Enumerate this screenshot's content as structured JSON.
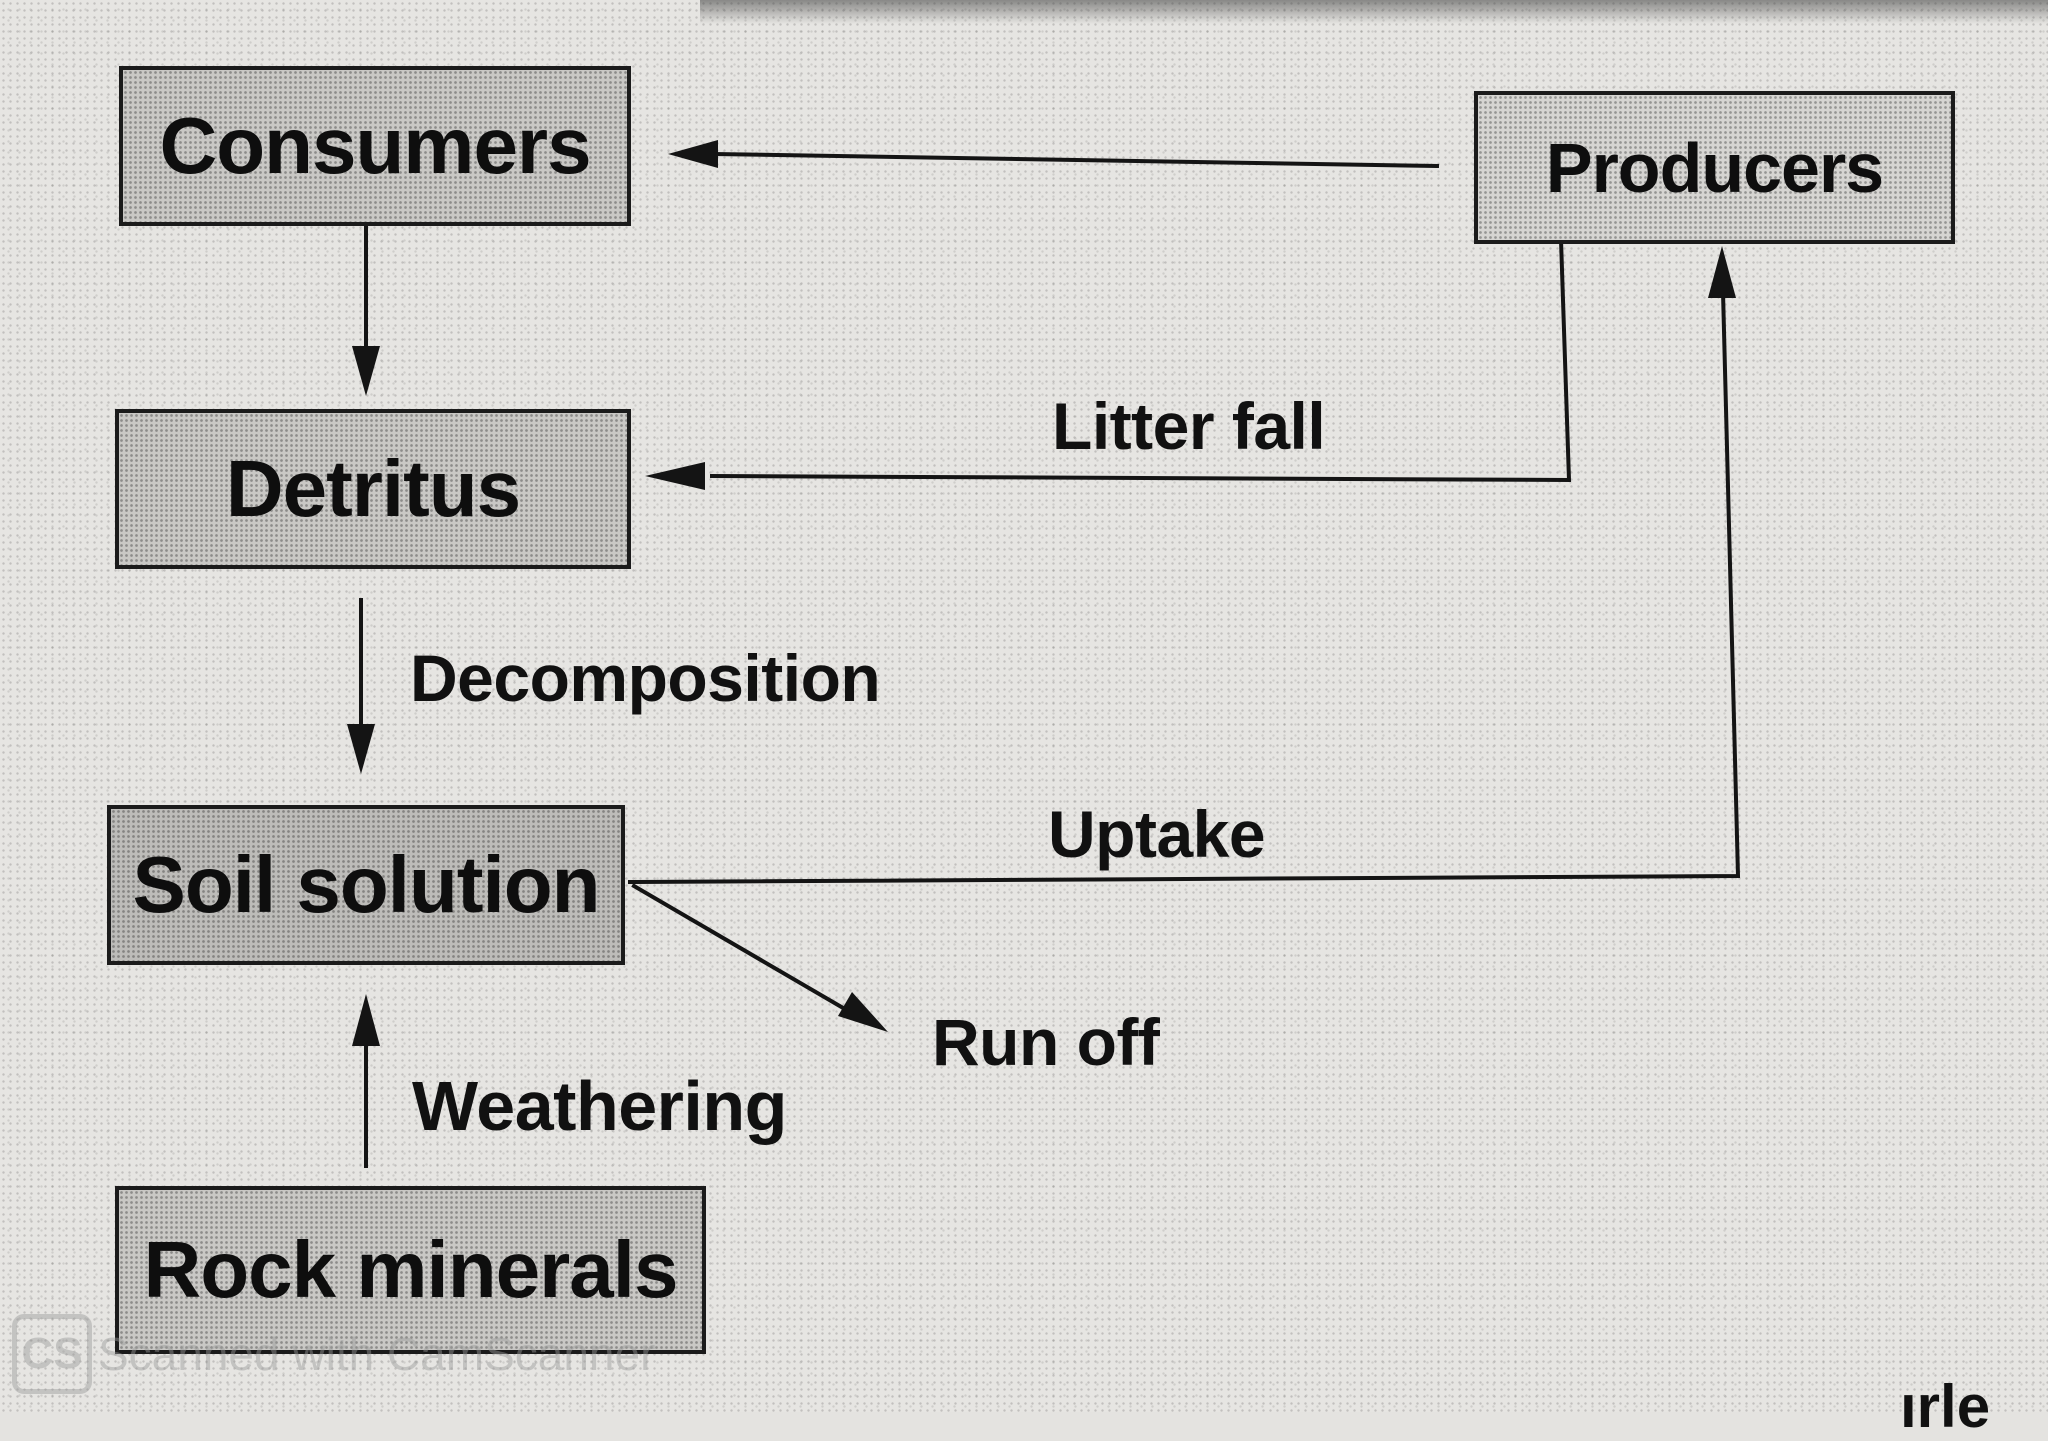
{
  "diagram": {
    "nodes": {
      "consumers": "Consumers",
      "producers": "Producers",
      "detritus": "Detritus",
      "soil_solution": "Soil solution",
      "rock_minerals": "Rock minerals"
    },
    "edges": [
      {
        "from": "Producers",
        "to": "Consumers",
        "label": ""
      },
      {
        "from": "Consumers",
        "to": "Detritus",
        "label": ""
      },
      {
        "from": "Producers",
        "to": "Detritus",
        "label": "Litter fall"
      },
      {
        "from": "Detritus",
        "to": "Soil solution",
        "label": "Decomposition"
      },
      {
        "from": "Soil solution",
        "to": "Producers",
        "label": "Uptake"
      },
      {
        "from": "Soil solution",
        "to": "Run off",
        "label": "Run off"
      },
      {
        "from": "Rock minerals",
        "to": "Soil solution",
        "label": "Weathering"
      }
    ],
    "labels": {
      "litter_fall": "Litter fall",
      "decomposition": "Decomposition",
      "uptake": "Uptake",
      "run_off": "Run off",
      "weathering": "Weathering"
    }
  },
  "watermark": {
    "logo_text": "CS",
    "text": "Scanned with CamScanner"
  },
  "corner_fragment": "ırle"
}
